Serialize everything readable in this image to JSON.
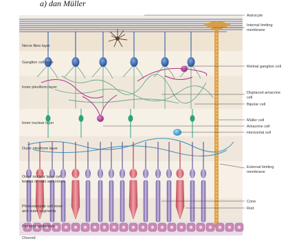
{
  "header_fragment": "a) dan Müller",
  "layers_left": [
    "Nerve fibre layer",
    "Ganglion cell layer",
    "Inner plexiform layer",
    "Inner nuclear layer",
    "Outer plexiform layer",
    "Outer nuclear layer cell",
    "bodies of rods and cones",
    "Photoreceptor cell inner",
    "and outer segments",
    "Pigment epithelium",
    "Choroid"
  ],
  "labels_right": [
    "Astrocyte",
    "Internal limiting",
    "membrane",
    "Retinal ganglion cell",
    "Displaced amacrine",
    "cell",
    "Bipolar cell",
    "Müller cell",
    "Amacrine cell",
    "Horizontal cell",
    "External limiting",
    "membrane",
    "Cone",
    "Rod"
  ],
  "colors": {
    "ganglion": "#2f5fa8",
    "bipolar": "#2aa37a",
    "amacrine": "#a8338a",
    "horizontal": "#2e9fd3",
    "muller": "#d99a3c",
    "cone": "#cf5a66",
    "rod": "#8a78b6",
    "epithelium": "#c98ab5"
  }
}
